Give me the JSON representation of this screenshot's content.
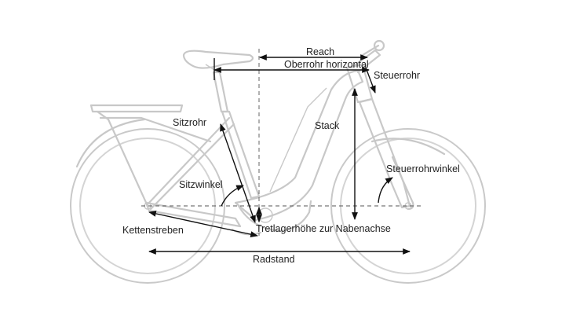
{
  "diagram": {
    "labels": {
      "reach": "Reach",
      "top_tube": "Oberrohr horizontal",
      "head_tube": "Steuerrohr",
      "seat_tube": "Sitzrohr",
      "stack": "Stack",
      "seat_angle": "Sitzwinkel",
      "head_angle": "Steuerrohrwinkel",
      "chainstays": "Kettenstreben",
      "bb_height": "Tretlagerhöhe zur Nabenachse",
      "wheelbase": "Radstand"
    },
    "colors": {
      "bike_outline": "#c8c8c8",
      "dimension_lines": "#111111",
      "guide_lines": "#555555",
      "text": "#222222"
    }
  }
}
